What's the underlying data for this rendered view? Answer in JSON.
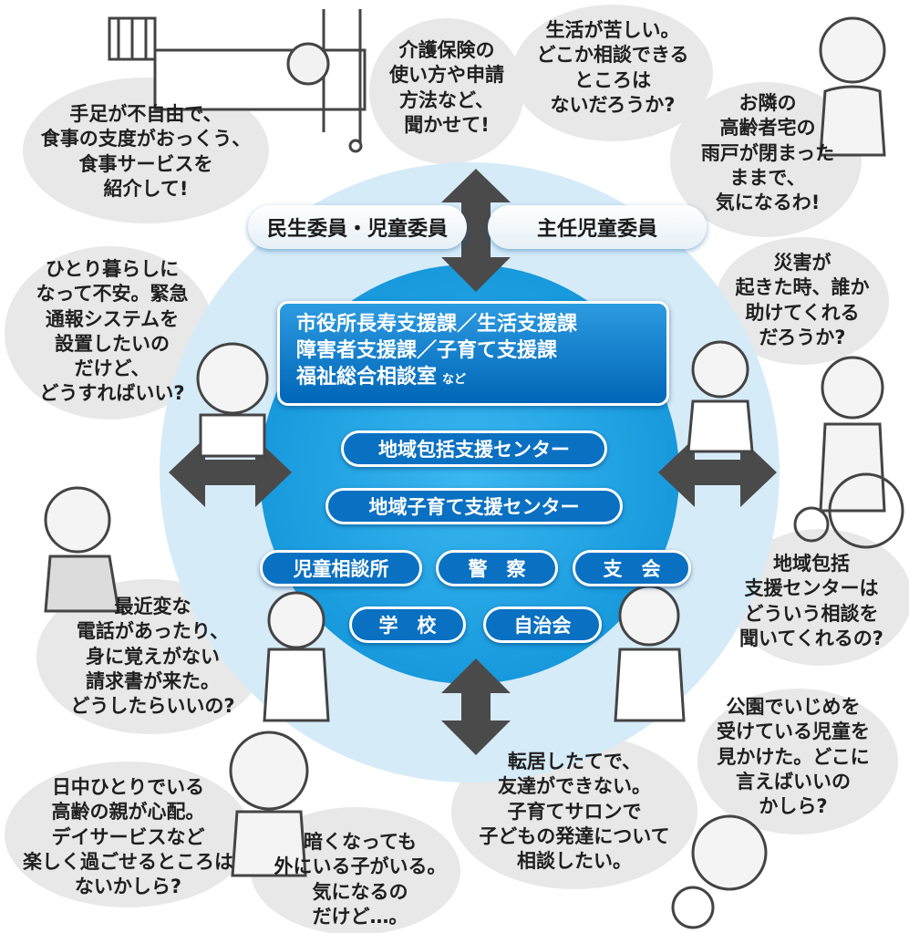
{
  "roles": {
    "left": "民生委員・児童委員",
    "right": "主任児童委員"
  },
  "org_box": {
    "line1": "市役所長寿支援課／生活支援課",
    "line2": "障害者支援課／子育て支援課",
    "line3": "福祉総合相談室",
    "suffix": "など"
  },
  "organizations": {
    "chiiki_houkatsu": "地域包括支援センター",
    "chiiki_kosodate": "地域子育て支援センター",
    "jidou_soudanjo": "児童相談所",
    "keisatsu": "警　察",
    "shikai": "支　会",
    "gakkou": "学　校",
    "jichikai": "自治会"
  },
  "concerns": {
    "top_left": "手足が不自由で、\n食事の支度がおっくう、\n食事サービスを\n紹介して!",
    "top_mid": "介護保険の\n使い方や申請\n方法など、\n聞かせて!",
    "top_right": "生活が苦しい。\nどこか相談できる\nところは\nないだろうか?",
    "right_top": "お隣の\n高齢者宅の\n雨戸が閉まった\nままで、\n気になるわ!",
    "left_upper": "ひとり暮らしに\nなって不安。緊急\n通報システムを\n設置したいの\nだけど、\nどうすればいい?",
    "right_mid": "災害が\n起きた時、誰か\n助けてくれる\nだろうか?",
    "right_lower": "地域包括\n支援センターは\nどういう相談を\n聞いてくれるの?",
    "left_mid": "最近変な\n電話があったり、\n身に覚えがない\n請求書が来た。\nどうしたらいいの?",
    "right_bottom": "公園でいじめを\n受けている児童を\n見かけた。どこに\n言えばいいの\nかしら?",
    "bottom_mid": "転居したてで、\n友達ができない。\n子育てサロンで\n子どもの発達について\n相談したい。",
    "bottom_left": "日中ひとりでいる\n高齢の親が心配。\nデイサービスなど\n楽しく過ごせるところは\nないかしら?",
    "bottom_center": "暗くなっても\n外にいる子がいる。\n気になるの\nだけど…。"
  },
  "colors": {
    "outer_circle": "#d6ebf8",
    "inner_circle": "#23a6e6",
    "box_blue": "#0a70c2",
    "arrow": "#4a4a4a",
    "scribble": "#e2e2e2"
  }
}
